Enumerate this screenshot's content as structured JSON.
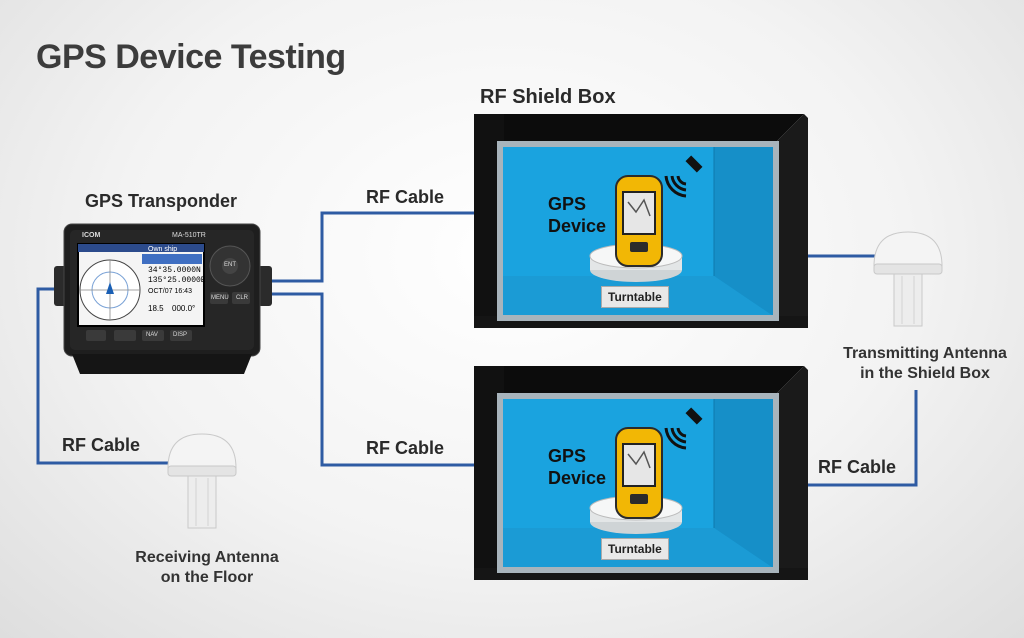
{
  "title": "GPS Device Testing",
  "labels": {
    "gps_transponder": "GPS Transponder",
    "rf_shield_box": "RF Shield  Box",
    "rf_cable_top": "RF Cable",
    "rf_cable_bottom": "RF Cable",
    "rf_cable_left": "RF Cable",
    "rf_cable_right": "RF Cable",
    "transmitting_antenna_line1": "Transmitting Antenna",
    "transmitting_antenna_line2": "in the Shield Box",
    "receiving_antenna_line1": "Receiving Antenna",
    "receiving_antenna_line2": "on the Floor"
  },
  "boxes": [
    {
      "gps_line1": "GPS",
      "gps_line2": "Device",
      "turntable": "Turntable"
    },
    {
      "gps_line1": "GPS",
      "gps_line2": "Device",
      "turntable": "Turntable"
    }
  ],
  "transponder": {
    "brand": "ICOM",
    "model": "MA-510TR",
    "screen_header": "Own ship",
    "lat": "34°35.0000N",
    "lon": "135°25.0000E",
    "date": "OCT/07 16:43",
    "sog": "18.5",
    "cog": "000.0°",
    "buttons": [
      "ENT",
      "MENU",
      "CLR",
      "NAV",
      "DISP"
    ]
  },
  "colors": {
    "cable": "#2e5ba3",
    "box_frame": "#111111",
    "box_inner": "#1aa3df",
    "title": "#3c3c3c"
  }
}
